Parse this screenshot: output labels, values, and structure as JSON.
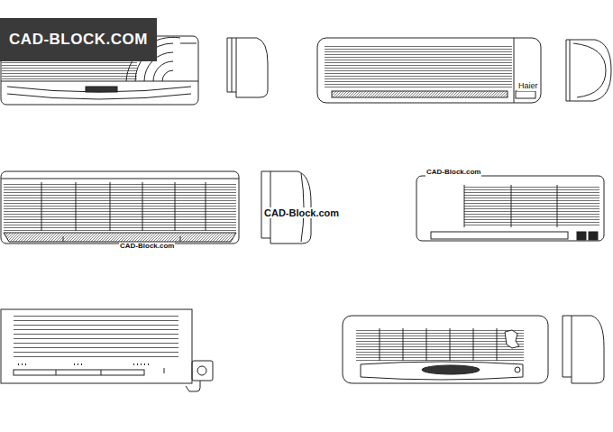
{
  "diagram": {
    "nodes": [
      {
        "text": [
          "CAD-BLOCK.COM"
        ]
      }
    ],
    "labels": [
      "Haier",
      "CAD-Block.com",
      "CAD-Block.com",
      "CAD-Block.com"
    ]
  }
}
